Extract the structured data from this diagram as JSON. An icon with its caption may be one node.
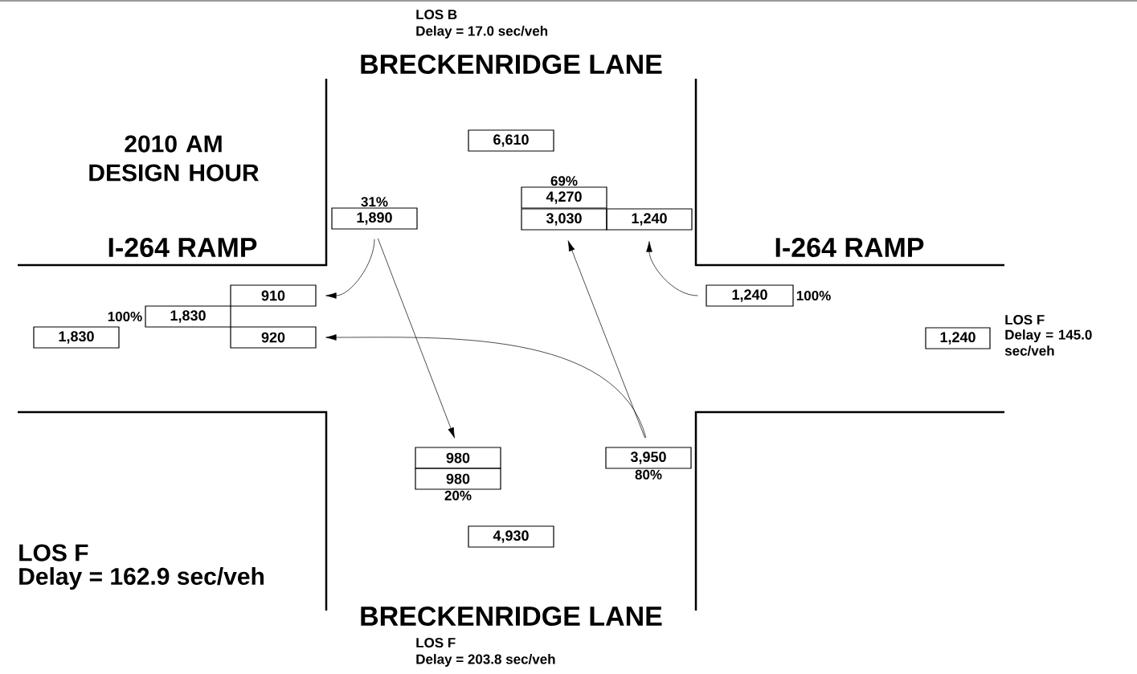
{
  "diagram": {
    "title": "2010 AM DESIGN HOUR",
    "nodes": [
      {
        "text": [
          "6,610"
        ]
      },
      {
        "text": [
          "1,890"
        ],
        "beside": [
          "31%"
        ]
      },
      {
        "text": [
          "4,270"
        ],
        "beside": [
          "69%"
        ]
      },
      {
        "text": [
          "3,030"
        ]
      },
      {
        "text": [
          "1,240"
        ]
      },
      {
        "text": [
          "910"
        ]
      },
      {
        "text": [
          "1,830"
        ],
        "beside": [
          "100%"
        ]
      },
      {
        "text": [
          "920"
        ]
      },
      {
        "text": [
          "1,830"
        ]
      },
      {
        "text": [
          "1,240"
        ],
        "beside": [
          "100%"
        ]
      },
      {
        "text": [
          "1,240"
        ]
      },
      {
        "text": [
          "980"
        ]
      },
      {
        "text": [
          "980"
        ],
        "beside": [
          "20%"
        ]
      },
      {
        "text": [
          "3,950"
        ],
        "beside": [
          "80%"
        ]
      },
      {
        "text": [
          "4,930"
        ]
      }
    ],
    "edges": [
      {
        "from": 1,
        "to": 5,
        "arrow": "to"
      },
      {
        "from": 1,
        "to": 11,
        "arrow": "to"
      },
      {
        "from": 13,
        "to": 3,
        "arrow": "to"
      },
      {
        "from": 13,
        "to": 7,
        "arrow": "to"
      },
      {
        "from": 9,
        "to": 4,
        "arrow": "to"
      }
    ],
    "labels": [
      "LOS B",
      "Delay = 17.0 sec/veh",
      "BRECKENRIDGE LANE",
      "I-264 RAMP",
      "I-264 RAMP",
      "LOS F",
      "Delay = 145.0 sec/veh",
      "LOS F",
      "Delay = 162.9 sec/veh",
      "BRECKENRIDGE LANE",
      "LOS F",
      "Delay = 203.8 sec/veh"
    ]
  }
}
